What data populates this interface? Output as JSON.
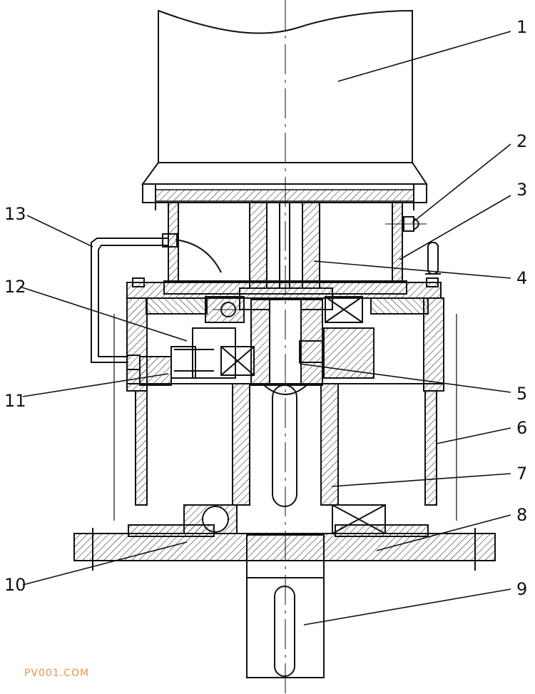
{
  "callouts": [
    "1",
    "2",
    "3",
    "4",
    "5",
    "6",
    "7",
    "8",
    "9",
    "10",
    "11",
    "12",
    "13"
  ],
  "watermark": "PV001.COM"
}
